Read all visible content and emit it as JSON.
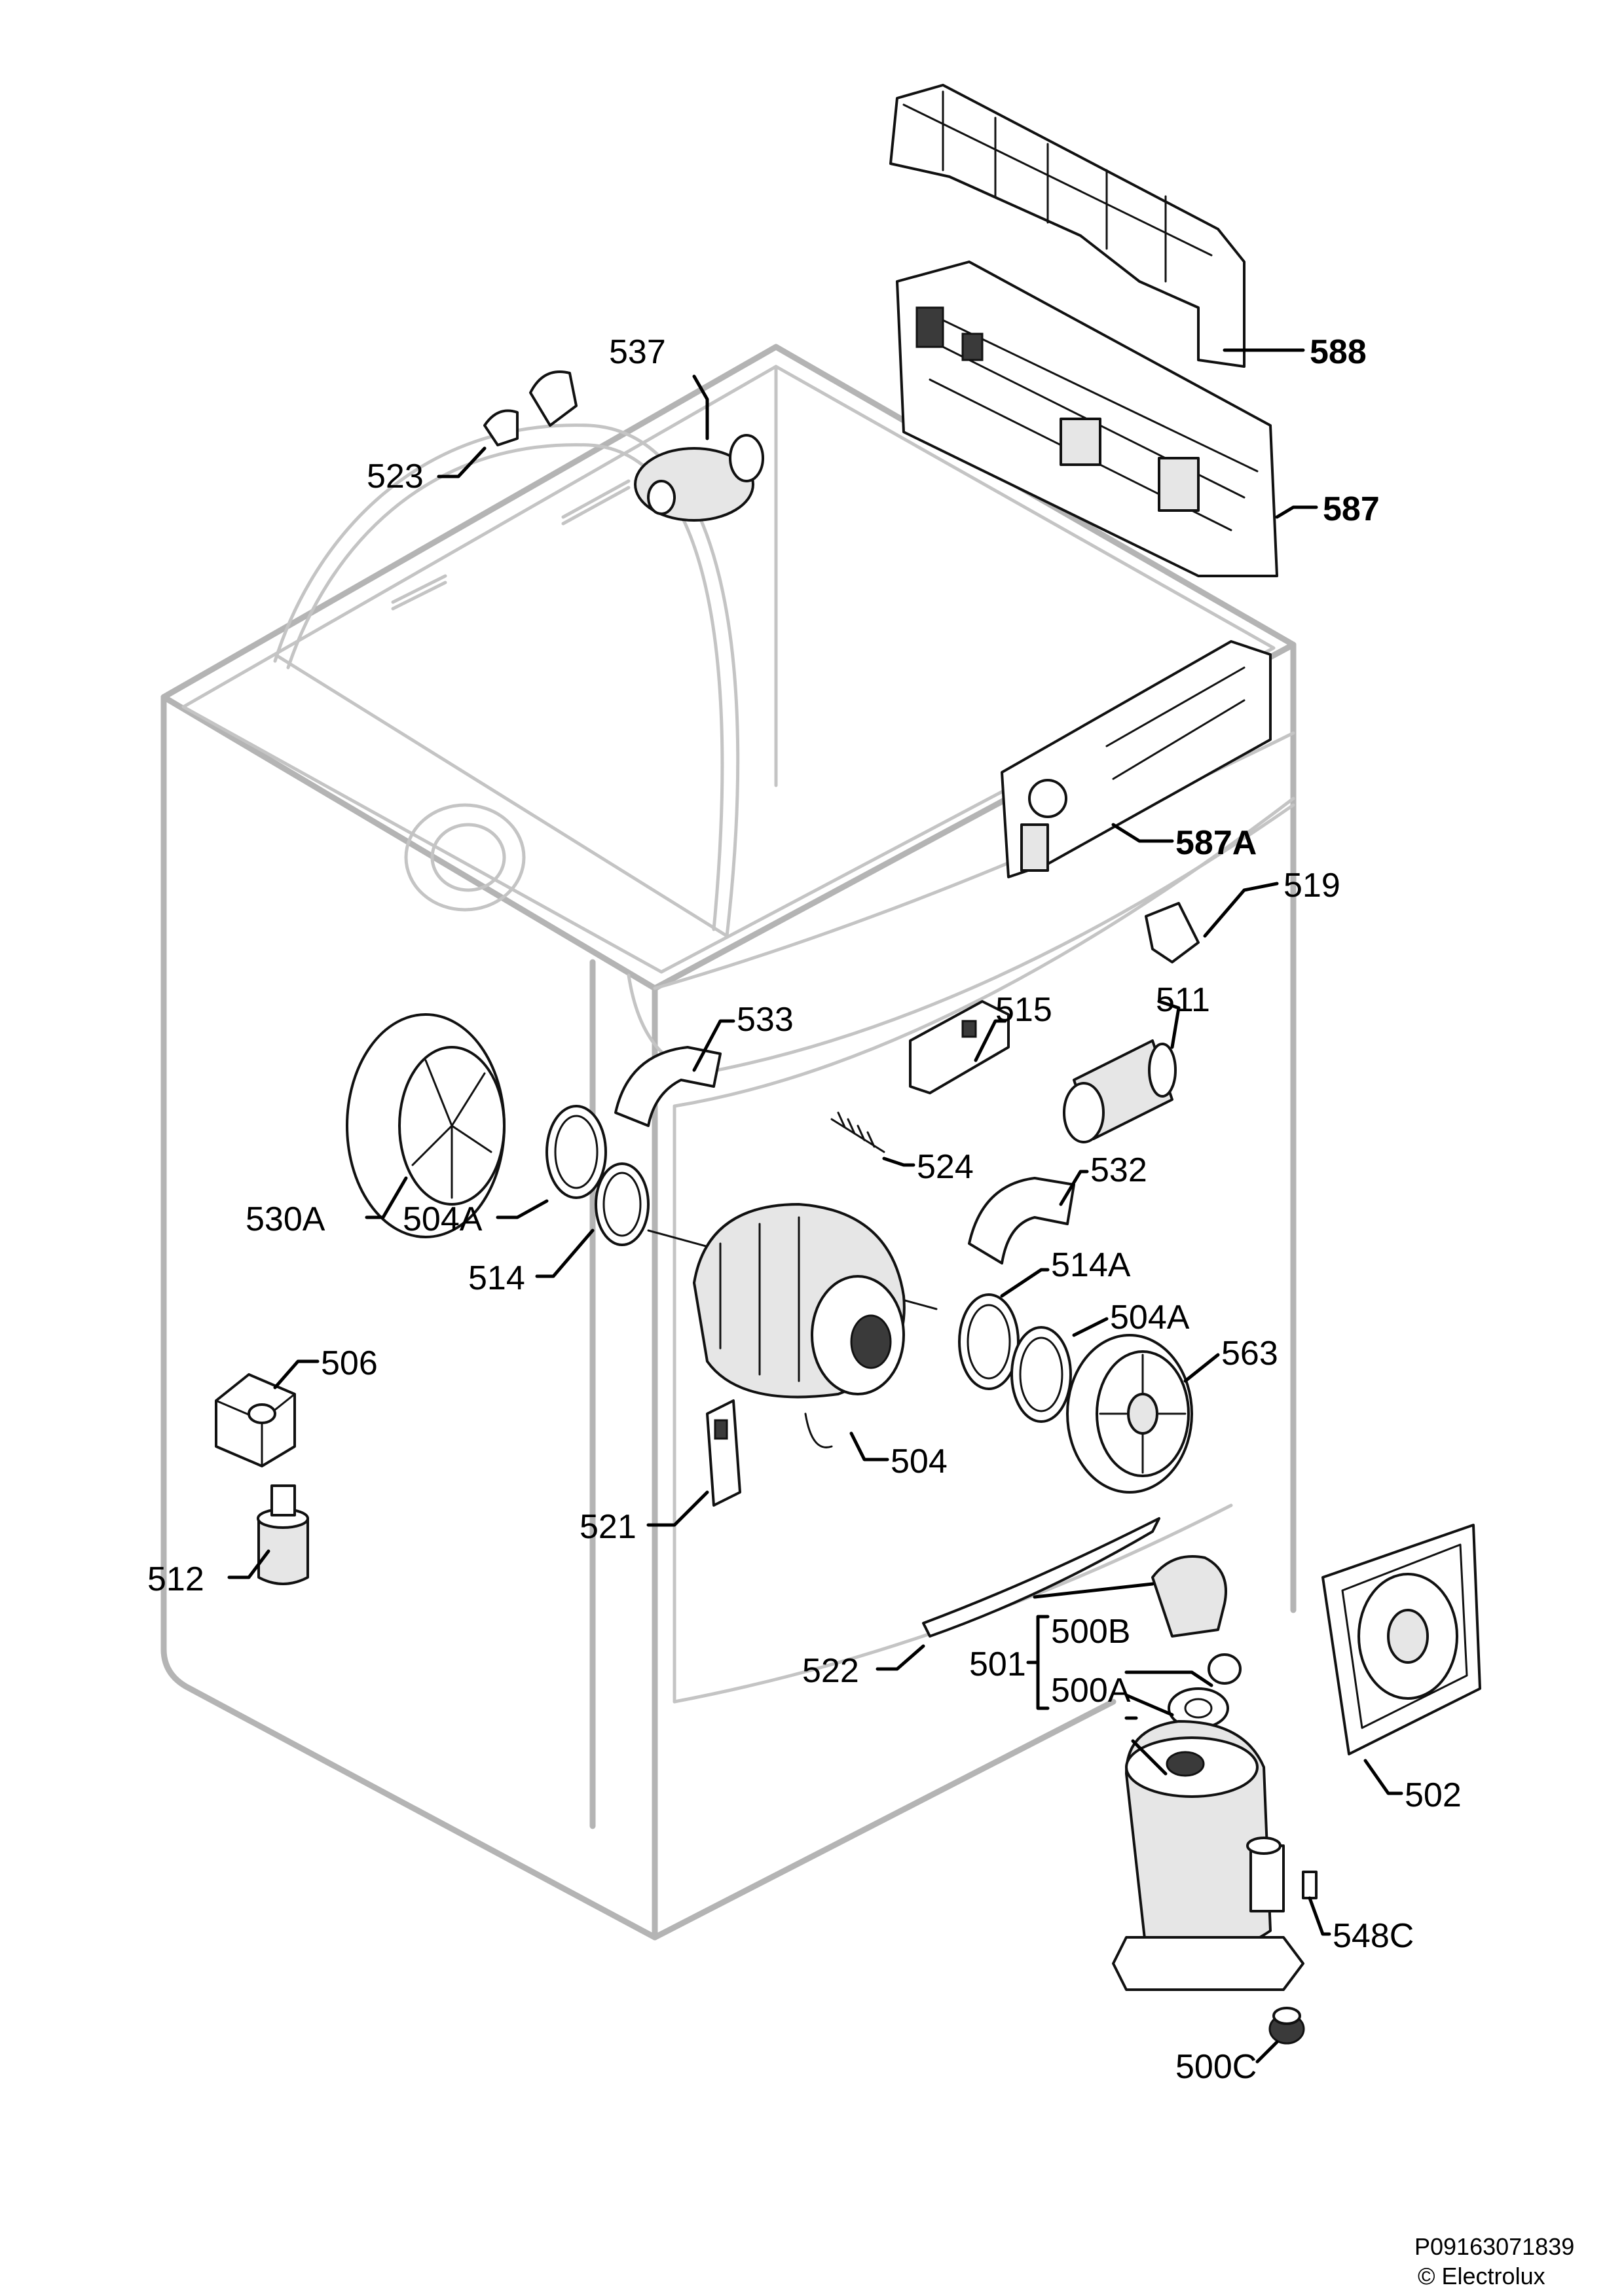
{
  "labels": {
    "l588": "588",
    "l587": "587",
    "l537": "537",
    "l523": "523",
    "l587A": "587A",
    "l519": "519",
    "l533": "533",
    "l515": "515",
    "l511": "511",
    "l524": "524",
    "l532": "532",
    "l530A": "530A",
    "l504A_left": "504A",
    "l514": "514",
    "l514A": "514A",
    "l504A_right": "504A",
    "l563": "563",
    "l506": "506",
    "l504": "504",
    "l521": "521",
    "l512": "512",
    "l522": "522",
    "l501": "501",
    "l500B": "500B",
    "l500A": "500A",
    "l502": "502",
    "l548C": "548C",
    "l500C": "500C"
  },
  "footer": {
    "code": "P09163071839",
    "copyright": "© Electrolux"
  }
}
